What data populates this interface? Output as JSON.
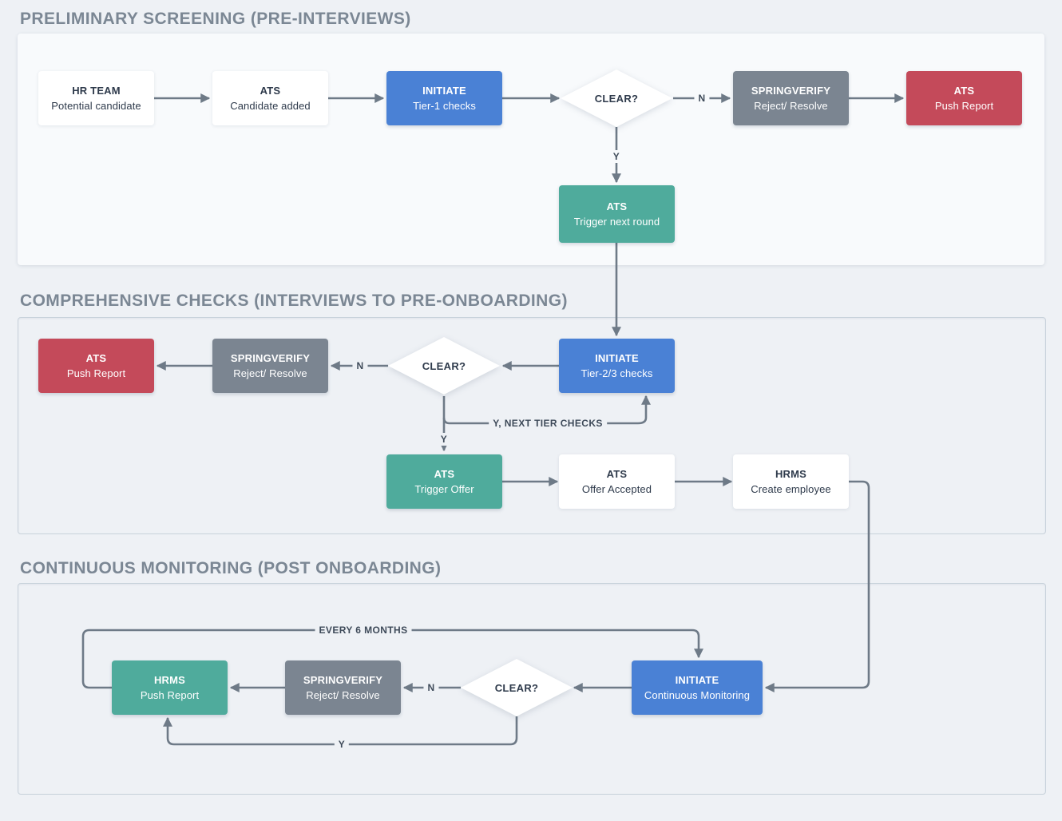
{
  "sections": {
    "preliminary": {
      "title": "PRELIMINARY SCREENING (PRE-INTERVIEWS)"
    },
    "comprehensive": {
      "title": "COMPREHENSIVE CHECKS (INTERVIEWS TO PRE-ONBOARDING)"
    },
    "continuous": {
      "title": "CONTINUOUS MONITORING (POST ONBOARDING)"
    }
  },
  "nodes": {
    "hr_team": {
      "title": "HR TEAM",
      "subtitle": "Potential candidate"
    },
    "ats_candidate_added": {
      "title": "ATS",
      "subtitle": "Candidate added"
    },
    "initiate_tier1": {
      "title": "INITIATE",
      "subtitle": "Tier-1 checks"
    },
    "clear_1": {
      "label": "CLEAR?"
    },
    "springverify_1": {
      "title": "SPRINGVERIFY",
      "subtitle": "Reject/ Resolve"
    },
    "ats_push_report_1": {
      "title": "ATS",
      "subtitle": "Push Report"
    },
    "ats_trigger_next_round": {
      "title": "ATS",
      "subtitle": "Trigger next round"
    },
    "ats_push_report_2": {
      "title": "ATS",
      "subtitle": "Push Report"
    },
    "springverify_2": {
      "title": "SPRINGVERIFY",
      "subtitle": "Reject/ Resolve"
    },
    "clear_2": {
      "label": "CLEAR?"
    },
    "initiate_tier23": {
      "title": "INITIATE",
      "subtitle": "Tier-2/3 checks"
    },
    "ats_trigger_offer": {
      "title": "ATS",
      "subtitle": "Trigger Offer"
    },
    "ats_offer_accepted": {
      "title": "ATS",
      "subtitle": "Offer Accepted"
    },
    "hrms_create_employee": {
      "title": "HRMS",
      "subtitle": "Create employee"
    },
    "hrms_push_report": {
      "title": "HRMS",
      "subtitle": "Push Report"
    },
    "springverify_3": {
      "title": "SPRINGVERIFY",
      "subtitle": "Reject/ Resolve"
    },
    "clear_3": {
      "label": "CLEAR?"
    },
    "initiate_continuous": {
      "title": "INITIATE",
      "subtitle": "Continuous Monitoring"
    }
  },
  "edge_labels": {
    "n1": "N",
    "y1": "Y",
    "n2": "N",
    "y_next_tier": "Y, NEXT TIER CHECKS",
    "y2": "Y",
    "n3": "N",
    "every_6_months": "EVERY 6 MONTHS",
    "y3": "Y"
  },
  "colors": {
    "initiate_blue": "#4A81D5",
    "action_teal": "#4FAB9C",
    "report_red": "#C44A5A",
    "resolve_gray": "#7B8591",
    "connector_gray": "#6E7A87",
    "section_title_gray": "#7B8794",
    "page_background": "#EEF1F5",
    "card_background": "#F8FAFC"
  }
}
